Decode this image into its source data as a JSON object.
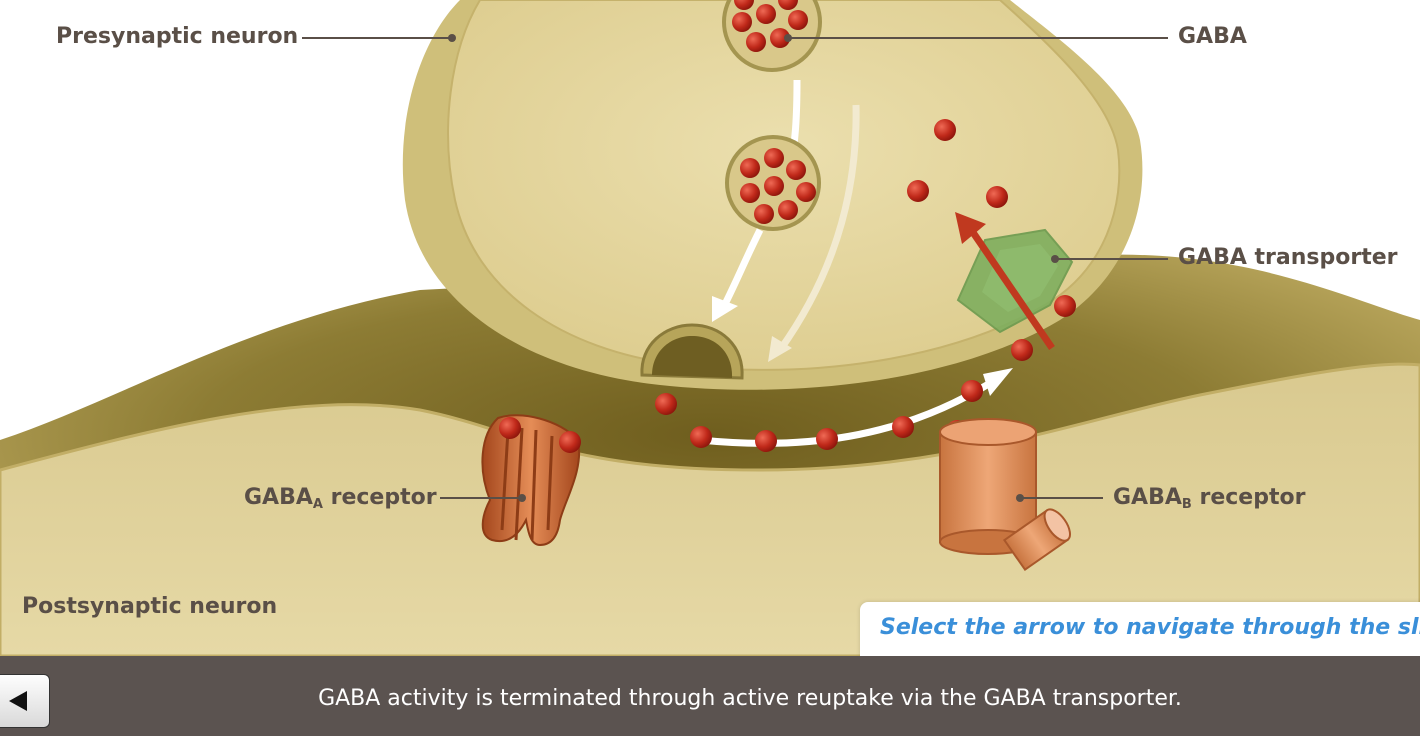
{
  "labels": {
    "presynaptic": "Presynaptic neuron",
    "gaba": "GABA",
    "transporter": "GABA transporter",
    "gaba_a_main": "GABA",
    "gaba_a_sub": "A",
    "gaba_a_suffix": " receptor",
    "gaba_b_main": "GABA",
    "gaba_b_sub": "B",
    "gaba_b_suffix": " receptor",
    "postsynaptic": "Postsynaptic neuron"
  },
  "hint": {
    "text": "Select the arrow to navigate through the slides."
  },
  "caption": {
    "text": "GABA activity is terminated through active reuptake via the GABA transporter."
  },
  "colors": {
    "neuron_fill": "#e3d49e",
    "cleft": "#8e7d34",
    "gaba_molecule": "#c0291a",
    "transporter": "#7fae5e",
    "receptor": "#d98a58",
    "reuptake_arrow": "#c0391f",
    "hint_text": "#3a8fd9",
    "bar": "#5b5350"
  },
  "icons": {
    "back": "left-triangle-icon"
  }
}
